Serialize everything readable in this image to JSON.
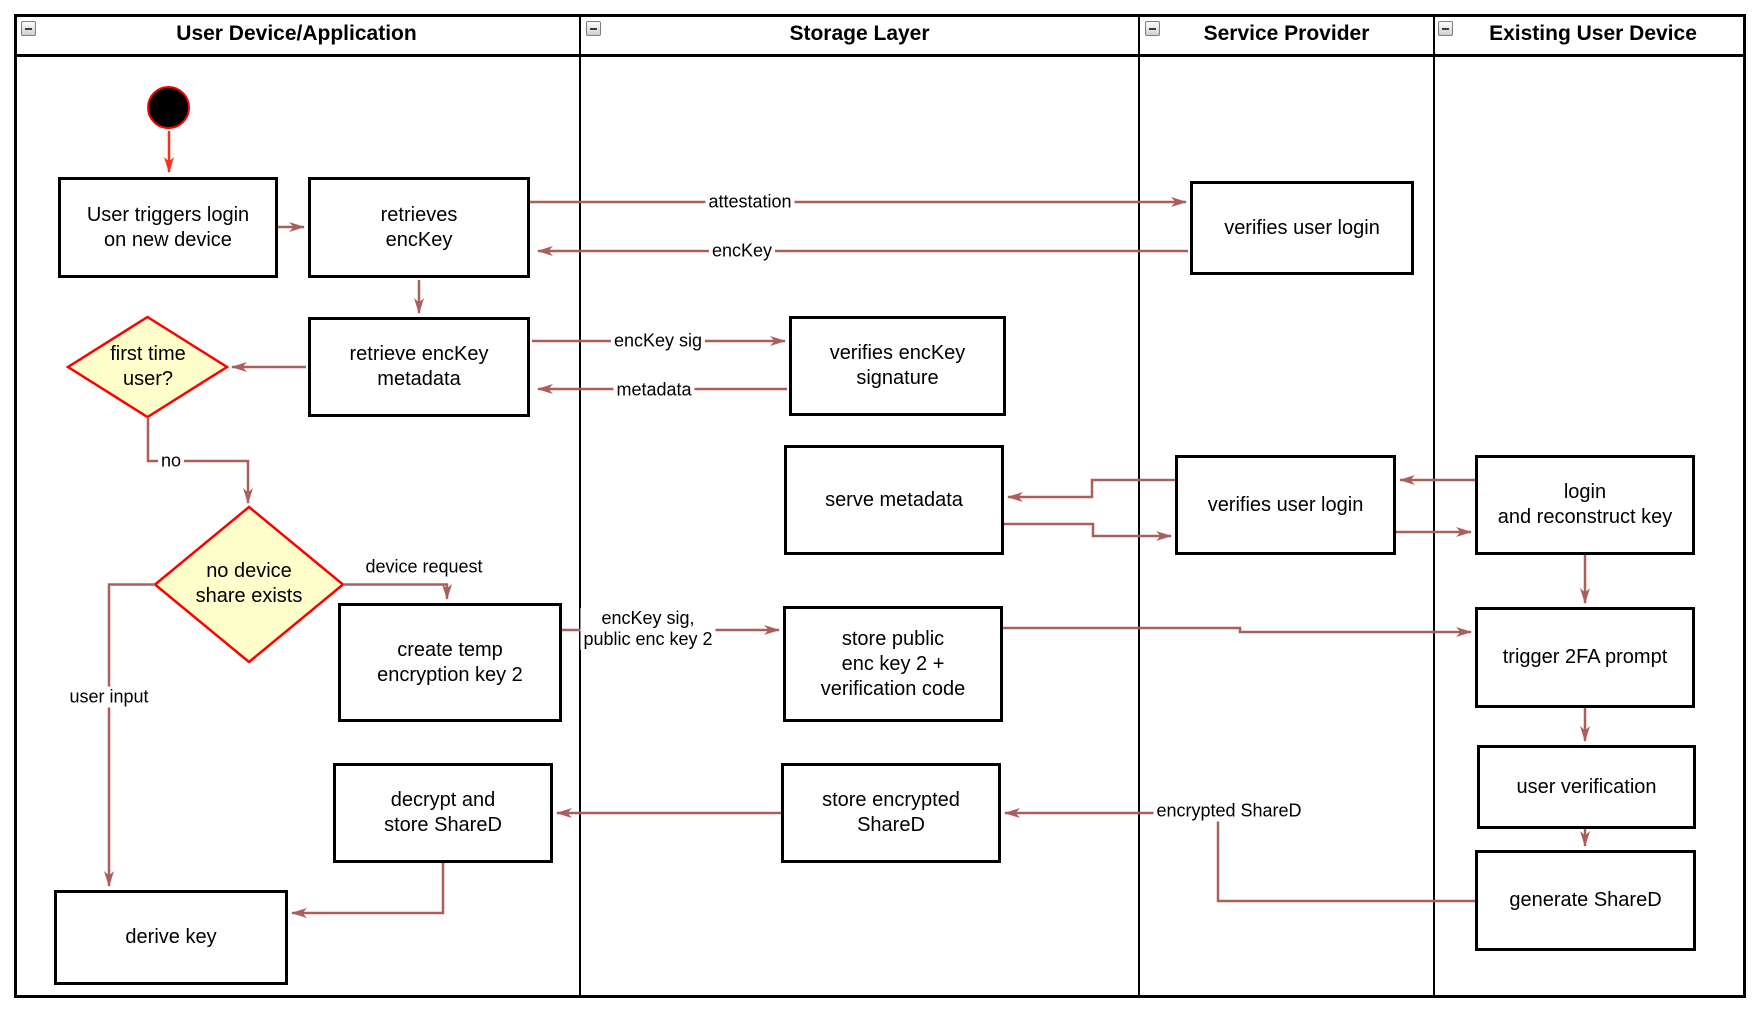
{
  "lanes": [
    {
      "title": "User Device/Application"
    },
    {
      "title": "Storage Layer"
    },
    {
      "title": "Service Provider"
    },
    {
      "title": "Existing User Device"
    }
  ],
  "nodes": {
    "user_triggers_login": {
      "label": "User triggers login\non new device"
    },
    "retrieves_enckey": {
      "label": "retrieves\nencKey"
    },
    "retrieve_enckey_metadata": {
      "label": "retrieve encKey\nmetadata"
    },
    "first_time_user": {
      "label": "first time\nuser?"
    },
    "no_device_share_exists": {
      "label": "no device\nshare exists"
    },
    "create_temp_encryption_key_2": {
      "label": "create temp\nencryption key 2"
    },
    "decrypt_and_store_shared": {
      "label": "decrypt and\nstore ShareD"
    },
    "derive_key": {
      "label": "derive key"
    },
    "verifies_enckey_signature": {
      "label": "verifies encKey\nsignature"
    },
    "serve_metadata": {
      "label": "serve metadata"
    },
    "store_public_enc_key_2": {
      "label": "store public\nenc key 2 +\nverification code"
    },
    "store_encrypted_shared": {
      "label": "store encrypted\nShareD"
    },
    "verifies_user_login_1": {
      "label": "verifies user login"
    },
    "verifies_user_login_2": {
      "label": "verifies user login"
    },
    "login_and_reconstruct_key": {
      "label": "login\nand reconstruct key"
    },
    "trigger_2fa_prompt": {
      "label": "trigger 2FA prompt"
    },
    "user_verification": {
      "label": "user verification"
    },
    "generate_shared": {
      "label": "generate ShareD"
    }
  },
  "edge_labels": {
    "attestation": "attestation",
    "enckey": "encKey",
    "enckey_sig": "encKey sig",
    "metadata": "metadata",
    "no": "no",
    "device_request": "device request",
    "enckey_sig_public_enc_key_2": "encKey sig,\npublic enc key 2",
    "user_input": "user input",
    "encrypted_shared": "encrypted ShareD"
  },
  "colors": {
    "node_border": "#000000",
    "node_fill": "#ffffff",
    "flow_arrow": "#a9605a",
    "start_arrow": "#ff2d16",
    "decision_border": "#ff0000",
    "decision_fill": "#ffffcc",
    "start_node_fill": "#000000",
    "start_node_border": "#ff0000"
  }
}
